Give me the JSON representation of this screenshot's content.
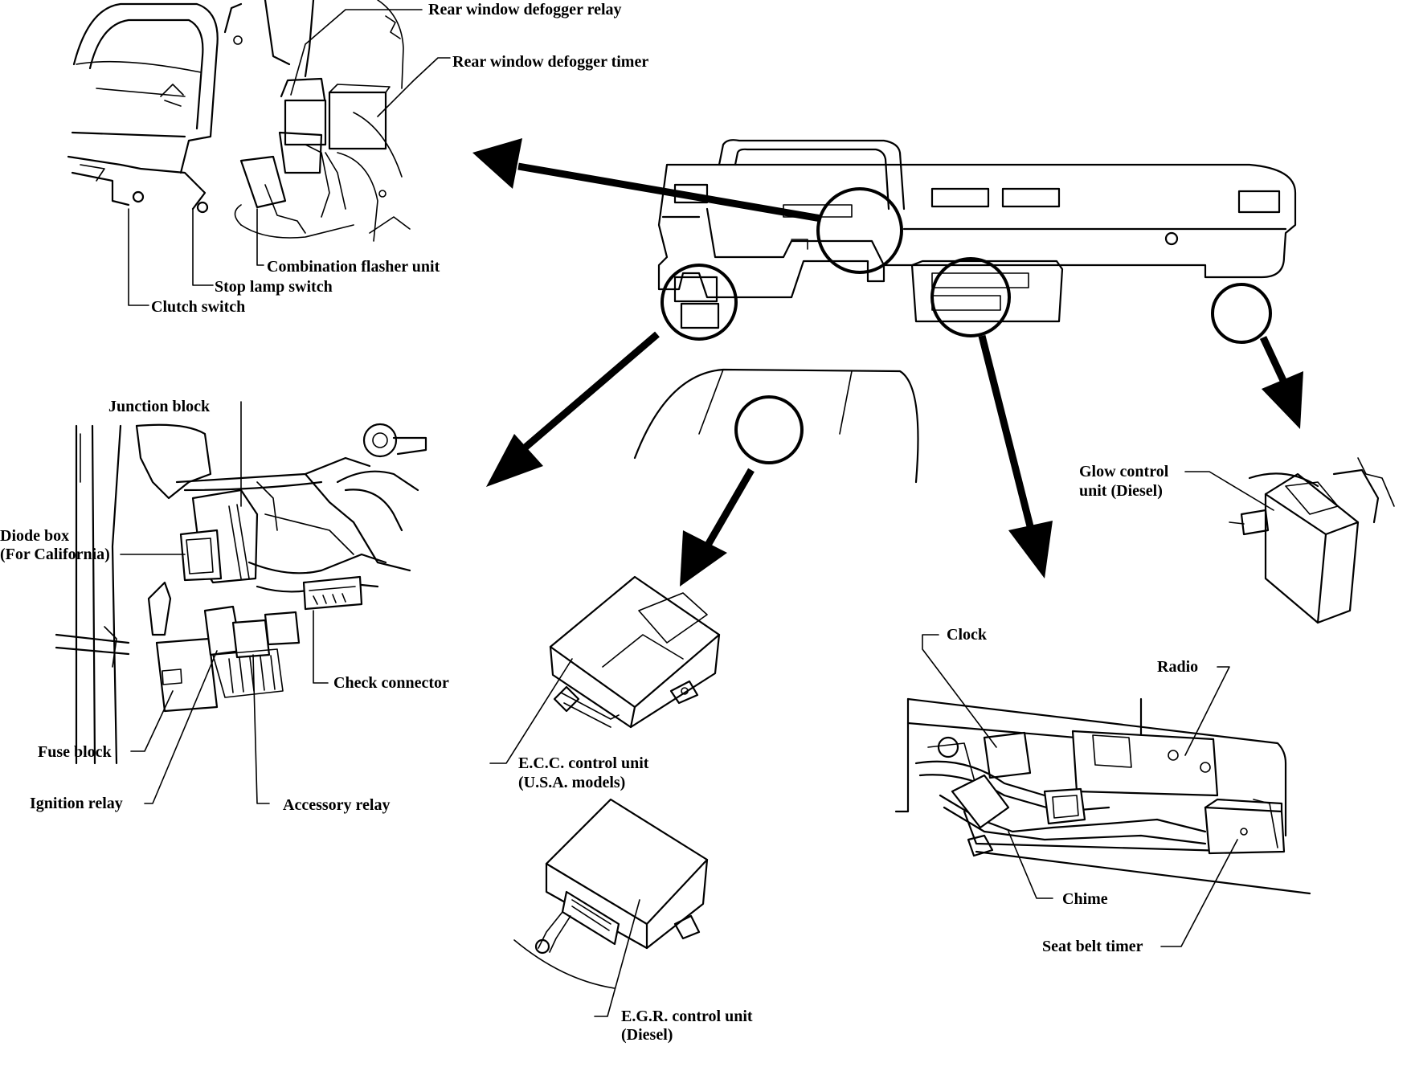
{
  "labels": {
    "rear_window_defogger_relay": "Rear window defogger relay",
    "rear_window_defogger_timer": "Rear window defogger timer",
    "combination_flasher_unit": "Combination flasher unit",
    "stop_lamp_switch": "Stop lamp switch",
    "clutch_switch": "Clutch switch",
    "junction_block": "Junction block",
    "diode_box": "Diode box",
    "diode_box_note": "(For California)",
    "check_connector": "Check connector",
    "fuse_block": "Fuse block",
    "ignition_relay": "Ignition relay",
    "accessory_relay": "Accessory relay",
    "ecc_control_unit": "E.C.C. control unit",
    "ecc_note": "(U.S.A. models)",
    "egr_control_unit": "E.G.R. control unit",
    "egr_note": "(Diesel)",
    "glow_control_line1": "Glow control",
    "glow_control_line2": "unit (Diesel)",
    "clock": "Clock",
    "radio": "Radio",
    "chime": "Chime",
    "seat_belt_timer": "Seat belt timer"
  }
}
